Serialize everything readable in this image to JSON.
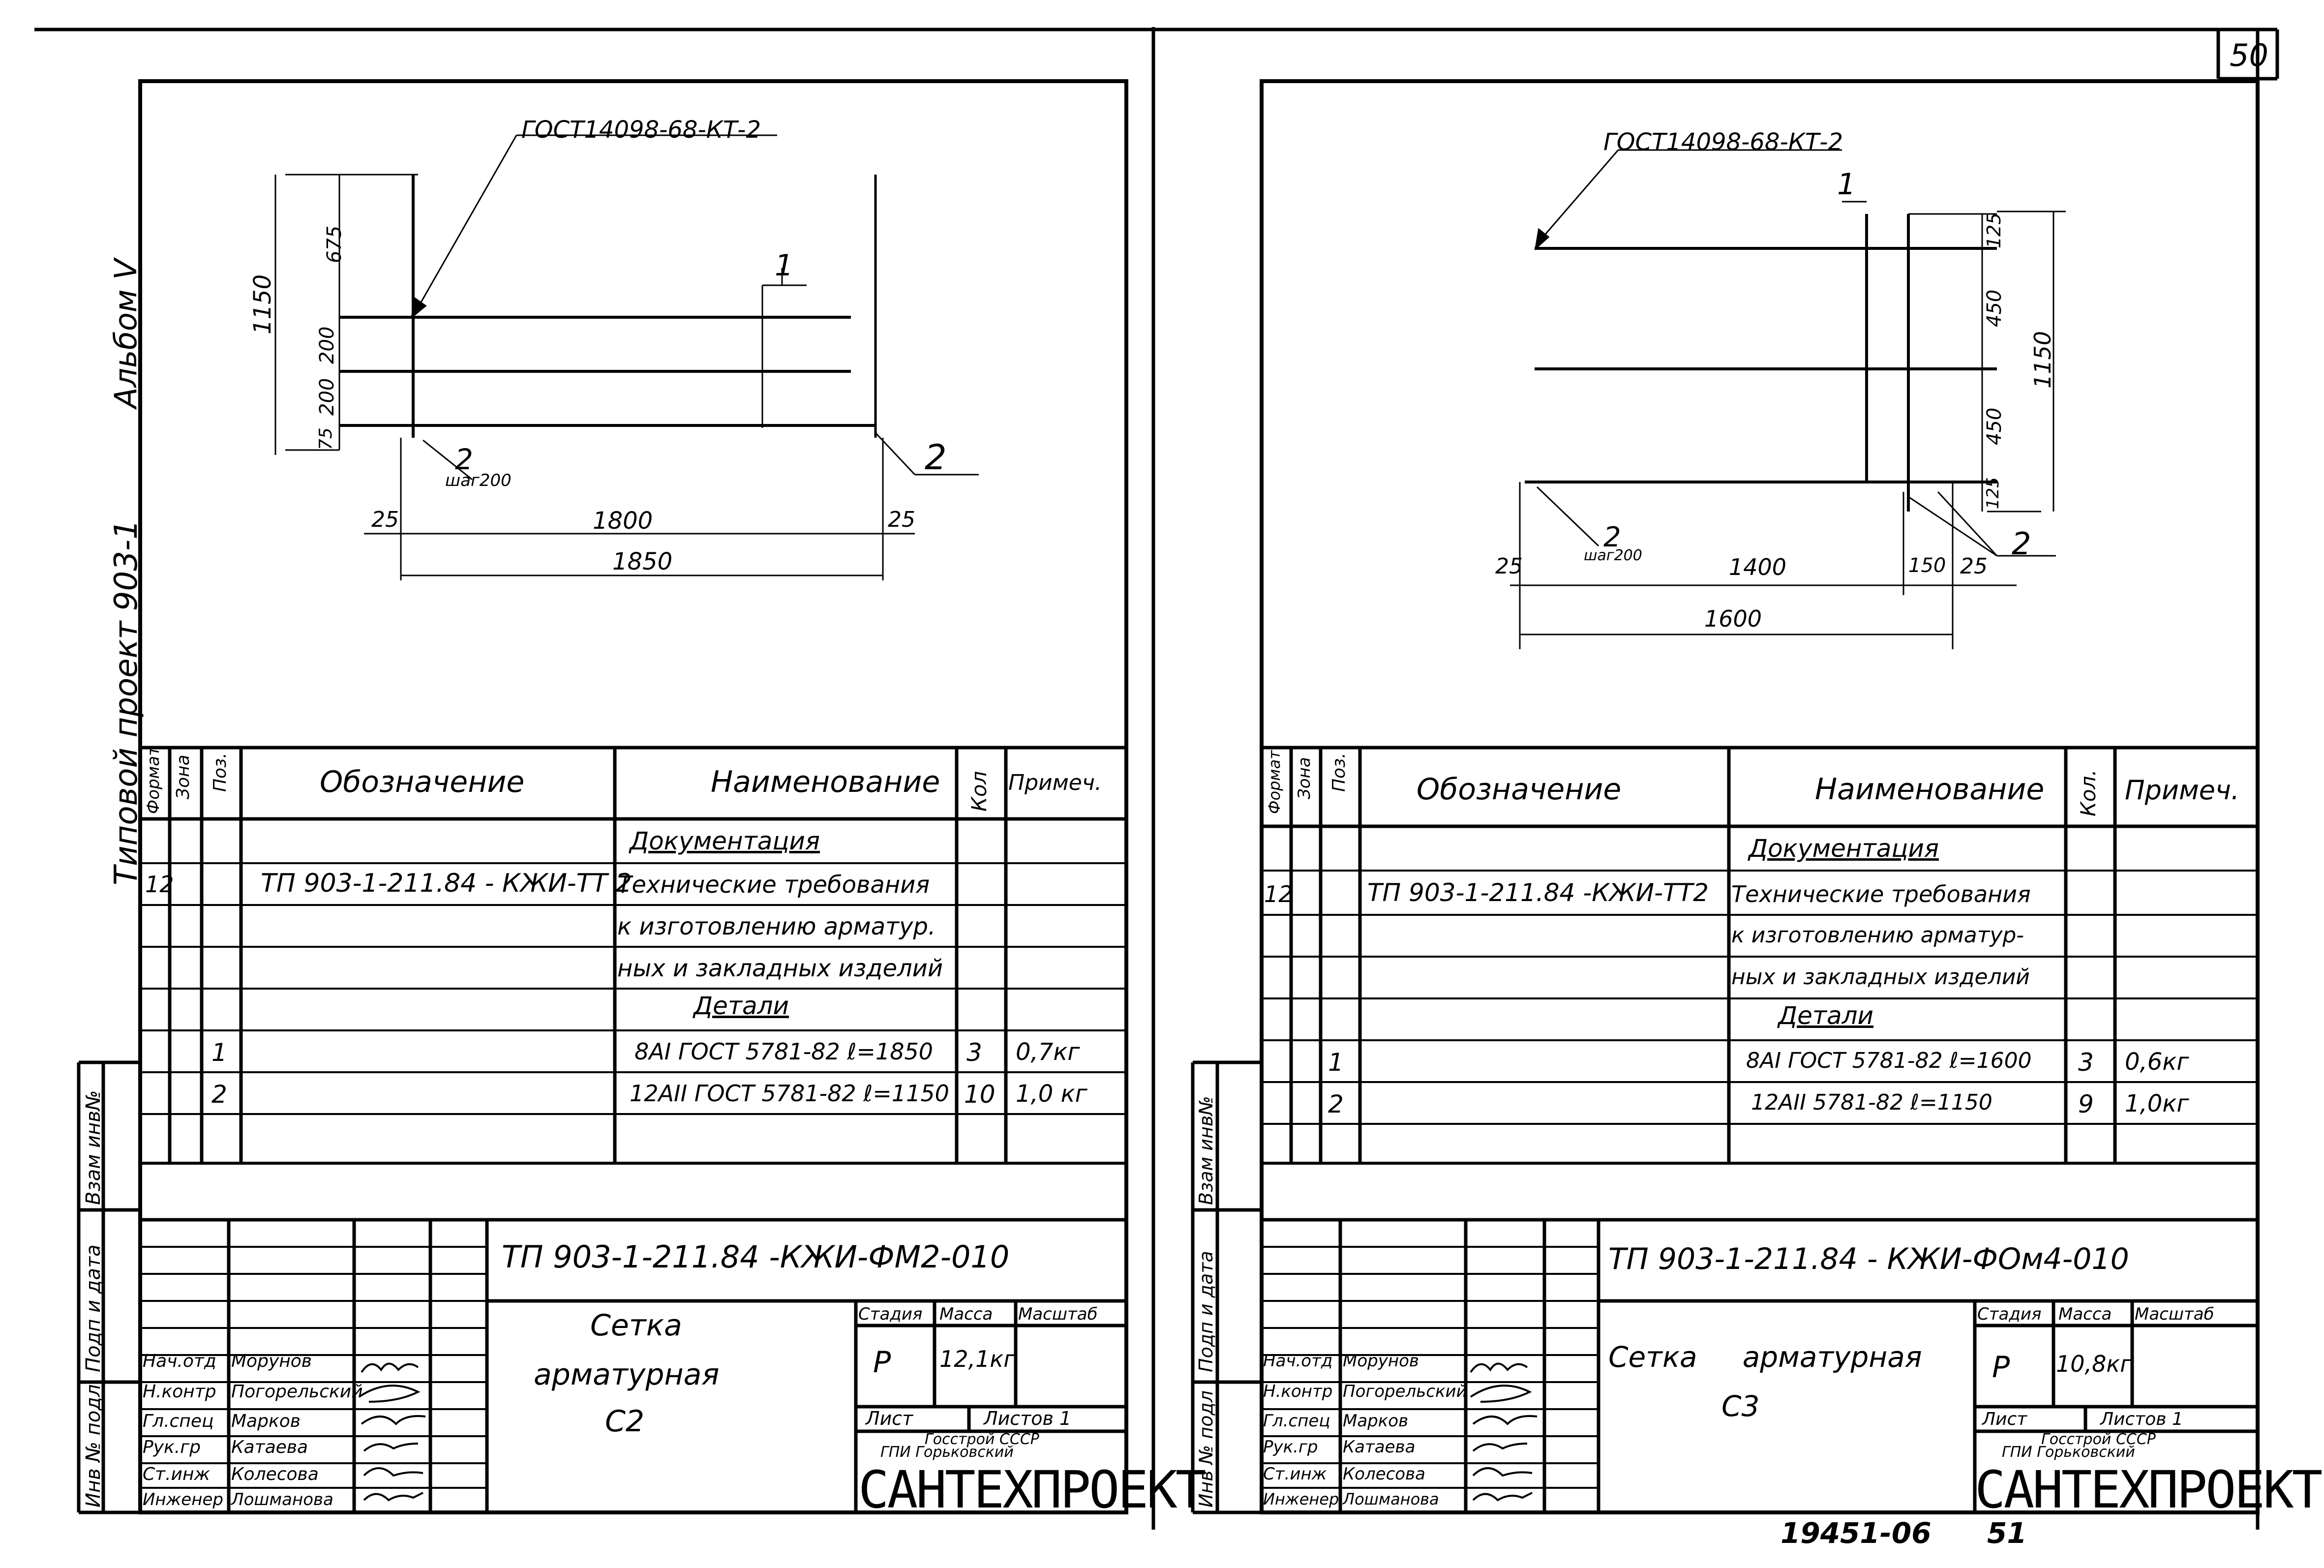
{
  "page_number": "50",
  "bottom_code": "19451-06",
  "bottom_page": "51",
  "margin": {
    "album": "Альбом",
    "album_num": "V",
    "project": "Типовой проект 903-1",
    "vzam": "Взам инв№",
    "podp": "Подп и дата",
    "inv": "Инв № подл"
  },
  "left": {
    "drawing": {
      "gost": "ГОСТ14098-68-КТ-2",
      "dim_1150": "1150",
      "dim_675": "675",
      "dim_200a": "200",
      "dim_200b": "200",
      "dim_75": "75",
      "dim_25a": "25",
      "dim_1800": "1800",
      "dim_25b": "25",
      "dim_1850": "1850",
      "pos1": "1",
      "pos2a": "2",
      "pos2_note": "шаг200",
      "pos2b": "2"
    },
    "spec": {
      "headers": [
        "Формат",
        "Зона",
        "Поз.",
        "Обозначение",
        "Наименование",
        "Кол",
        "Примеч."
      ],
      "doc_section": "Документация",
      "doc_format": "12",
      "doc_code": "ТП 903-1-211.84 - КЖИ-ТТ 2",
      "doc_name_1": "Технические требования",
      "doc_name_2": "к изготовлению арматур.",
      "doc_name_3": "ных и закладных изделий",
      "parts_section": "Детали",
      "rows": [
        {
          "pos": "1",
          "name": "8АI ГОСТ 5781-82  ℓ=1850",
          "qty": "3",
          "note": "0,7кг"
        },
        {
          "pos": "2",
          "name": "12АII ГОСТ 5781-82  ℓ=1150",
          "qty": "10",
          "note": "1,0 кг"
        }
      ]
    },
    "title": {
      "code": "ТП 903-1-211.84  -КЖИ-ФМ2-010",
      "name_1": "Сетка",
      "name_2": "арматурная",
      "name_3": "С2",
      "stage_h": "Стадия",
      "mass_h": "Масса",
      "scale_h": "Масштаб",
      "stage": "Р",
      "mass": "12,1кг",
      "sheet": "Лист",
      "sheets": "Листов 1",
      "org_1": "Госстрой СССР",
      "org_2": "ГПИ  Горьковский",
      "org_3": "САНТЕХПРОЕКТ",
      "people": [
        {
          "role": "Нач.отд",
          "name": "Морунов"
        },
        {
          "role": "Н.контр",
          "name": "Погорельский"
        },
        {
          "role": "Гл.спец",
          "name": "Марков"
        },
        {
          "role": "Рук.гр",
          "name": "Катаева"
        },
        {
          "role": "Ст.инж",
          "name": "Колесова"
        },
        {
          "role": "Инженер",
          "name": "Лошманова"
        }
      ]
    }
  },
  "right": {
    "drawing": {
      "gost": "ГОСТ14098-68-КТ-2",
      "pos1": "1",
      "dim_125a": "125",
      "dim_450a": "450",
      "dim_450b": "450",
      "dim_125b": "125",
      "dim_1150": "1150",
      "pos2a": "2",
      "pos2_note": "шаг200",
      "dim_25a": "25",
      "dim_1400": "1400",
      "dim_150": "150",
      "dim_25b": "25",
      "pos2b": "2",
      "dim_1600": "1600"
    },
    "spec": {
      "headers": [
        "Формат",
        "Зона",
        "Поз.",
        "Обозначение",
        "Наименование",
        "Кол.",
        "Примеч."
      ],
      "doc_section": "Документация",
      "doc_format": "12",
      "doc_code": "ТП 903-1-211.84 -КЖИ-ТТ2",
      "doc_name_1": "Технические требования",
      "doc_name_2": "к изготовлению арматур-",
      "doc_name_3": "ных и закладных изделий",
      "parts_section": "Детали",
      "rows": [
        {
          "pos": "1",
          "name": "8АI ГОСТ 5781-82   ℓ=1600",
          "qty": "3",
          "note": "0,6кг"
        },
        {
          "pos": "2",
          "name": "12АII 5781-82    ℓ=1150",
          "qty": "9",
          "note": "1,0кг"
        }
      ]
    },
    "title": {
      "code": "ТП 903-1-211.84 - КЖИ-ФОм4-010",
      "name_1": "Сетка     арматурная",
      "name_3": "С3",
      "stage_h": "Стадия",
      "mass_h": "Масса",
      "scale_h": "Масштаб",
      "stage": "Р",
      "mass": "10,8кг",
      "sheet": "Лист",
      "sheets": "Листов 1",
      "org_1": "Госстрой СССР",
      "org_2": "ГПИ  Горьковский",
      "org_3": "САНТЕХПРОЕКТ",
      "people": [
        {
          "role": "Нач.отд",
          "name": "Морунов"
        },
        {
          "role": "Н.контр",
          "name": "Погорельский"
        },
        {
          "role": "Гл.спец",
          "name": "Марков"
        },
        {
          "role": "Рук.гр",
          "name": "Катаева"
        },
        {
          "role": "Ст.инж",
          "name": "Колесова"
        },
        {
          "role": "Инженер",
          "name": "Лошманова"
        }
      ]
    }
  }
}
